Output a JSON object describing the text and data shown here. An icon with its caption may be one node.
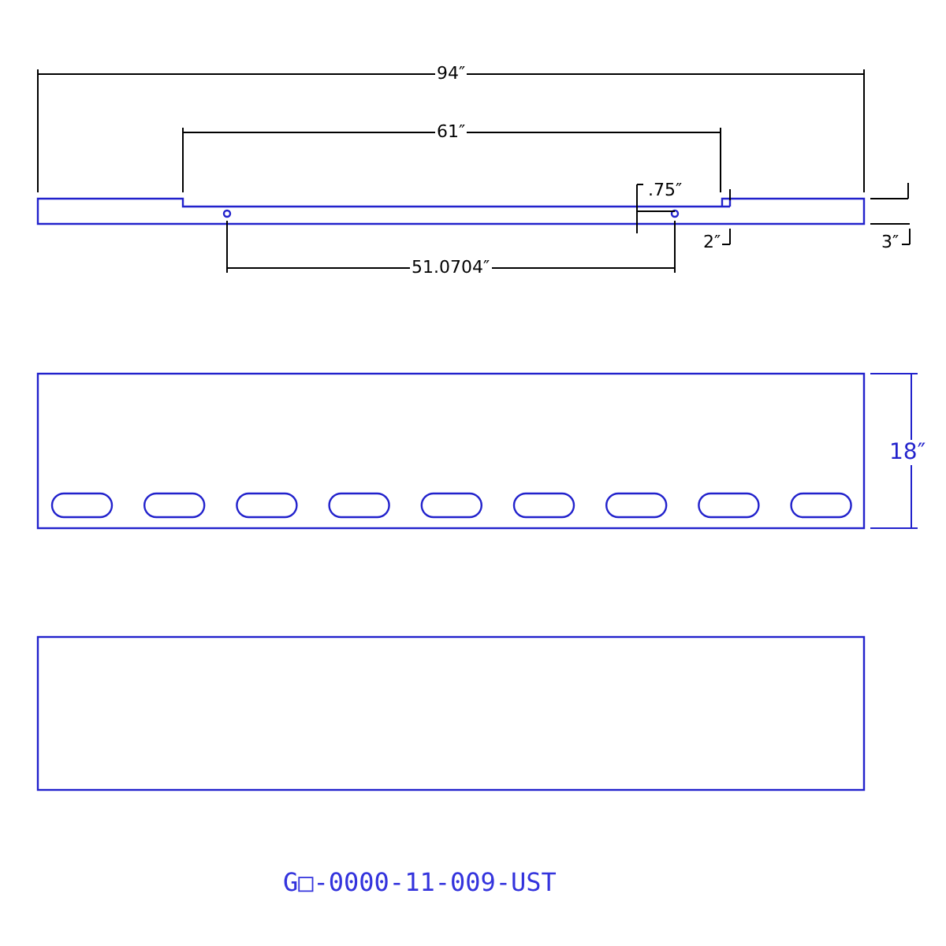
{
  "diagram": {
    "labels": [
      "94″",
      "61″",
      ".75″",
      "2″",
      "3″",
      "51.0704″",
      "18″"
    ],
    "caption": "G□-0000-11-009-UST"
  }
}
